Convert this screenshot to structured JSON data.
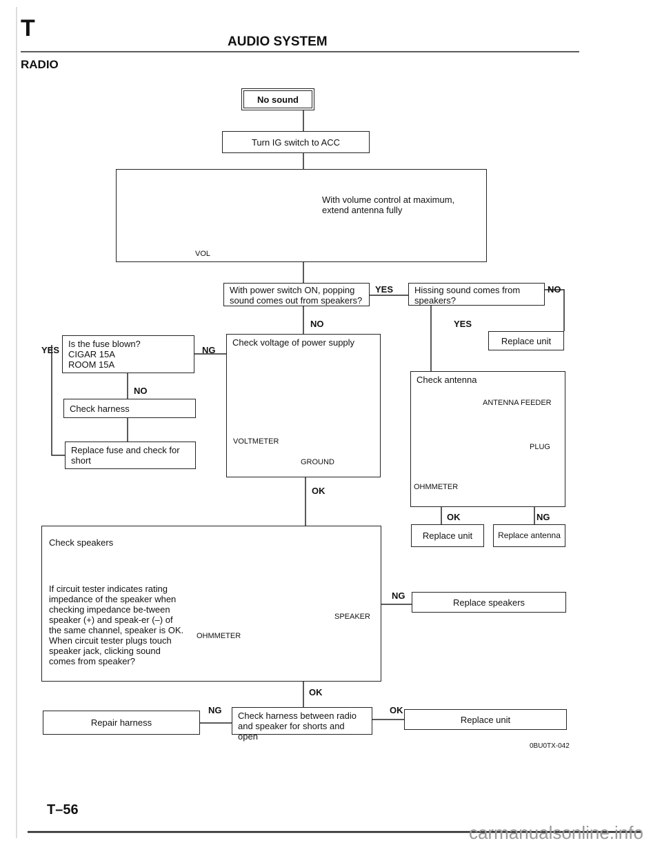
{
  "header": {
    "section_letter": "T",
    "title": "AUDIO SYSTEM",
    "subtitle": "RADIO"
  },
  "flow": {
    "start": "No sound",
    "step1": "Turn IG switch to ACC",
    "step2": "With volume control at maximum, extend antenna fully",
    "vol_label": "VOL",
    "q_popping": "With power switch ON, popping sound comes out from speakers?",
    "q_hissing": "Hissing sound comes from speakers?",
    "replace_unit_1": "Replace unit",
    "q_fuse_lines": [
      "Is the fuse blown?",
      "CIGAR 15A",
      "ROOM 15A"
    ],
    "check_harness": "Check harness",
    "replace_fuse": "Replace fuse and check for short",
    "check_voltage": "Check voltage of power supply",
    "voltmeter": "VOLTMETER",
    "ground": "GROUND",
    "check_antenna": "Check antenna",
    "antenna_feeder": "ANTENNA FEEDER",
    "plug": "PLUG",
    "ohmmeter": "OHMMETER",
    "replace_unit_2": "Replace unit",
    "replace_antenna": "Replace antenna",
    "check_speakers": "Check speakers",
    "speakers_text": "If circuit tester indicates rating impedance of the speaker when checking impedance be-tween speaker (+) and speak-er (–) of the same channel, speaker is OK. When circuit tester plugs touch speaker jack, clicking sound comes from speaker?",
    "ohmmeter_2": "OHMMETER",
    "speaker": "SPEAKER",
    "replace_speakers": "Replace speakers",
    "repair_harness": "Repair harness",
    "check_harness_between": "Check harness between radio and speaker for shorts and open",
    "replace_unit_3": "Replace unit"
  },
  "labels": {
    "yes": "YES",
    "no": "NO",
    "ng": "NG",
    "ok": "OK"
  },
  "footer": {
    "figure_code": "0BU0TX-042",
    "page_number": "T–56",
    "watermark": "carmanualsonline.info"
  }
}
